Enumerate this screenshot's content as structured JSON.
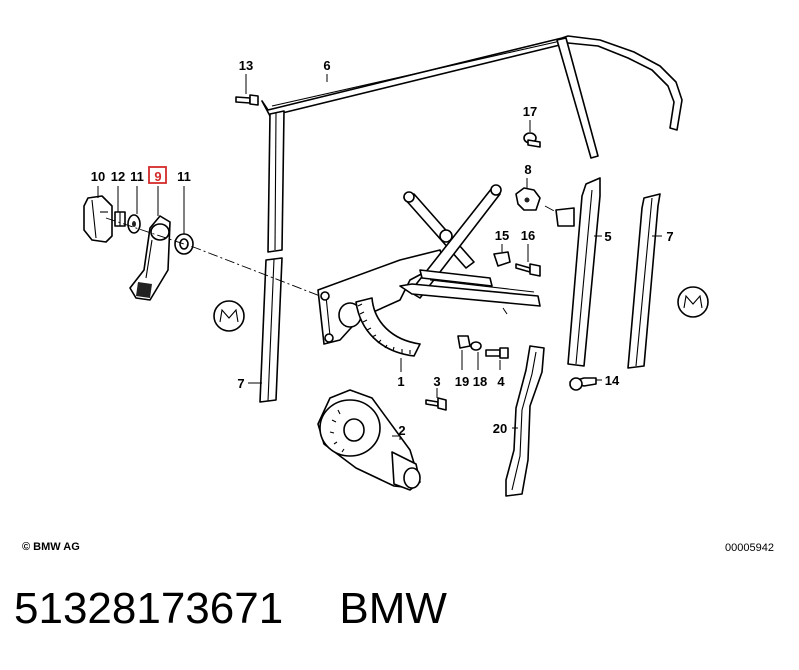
{
  "diagram": {
    "callouts": {
      "p1": "1",
      "p2": "2",
      "p3": "3",
      "p4": "4",
      "p5": "5",
      "p6": "6",
      "p7a": "7",
      "p7b": "7",
      "p8": "8",
      "p9": "9",
      "p10": "10",
      "p11a": "11",
      "p11b": "11",
      "p12": "12",
      "p13": "13",
      "p14": "14",
      "p15": "15",
      "p16": "16",
      "p17": "17",
      "p18": "18",
      "p19": "19",
      "p20": "20"
    },
    "highlighted_callout": "9",
    "highlight_color": "#d42a2a"
  },
  "footer": {
    "copyright": "© BMW AG",
    "reference_code": "00005942"
  },
  "part_number": "51328173671",
  "brand": "BMW"
}
